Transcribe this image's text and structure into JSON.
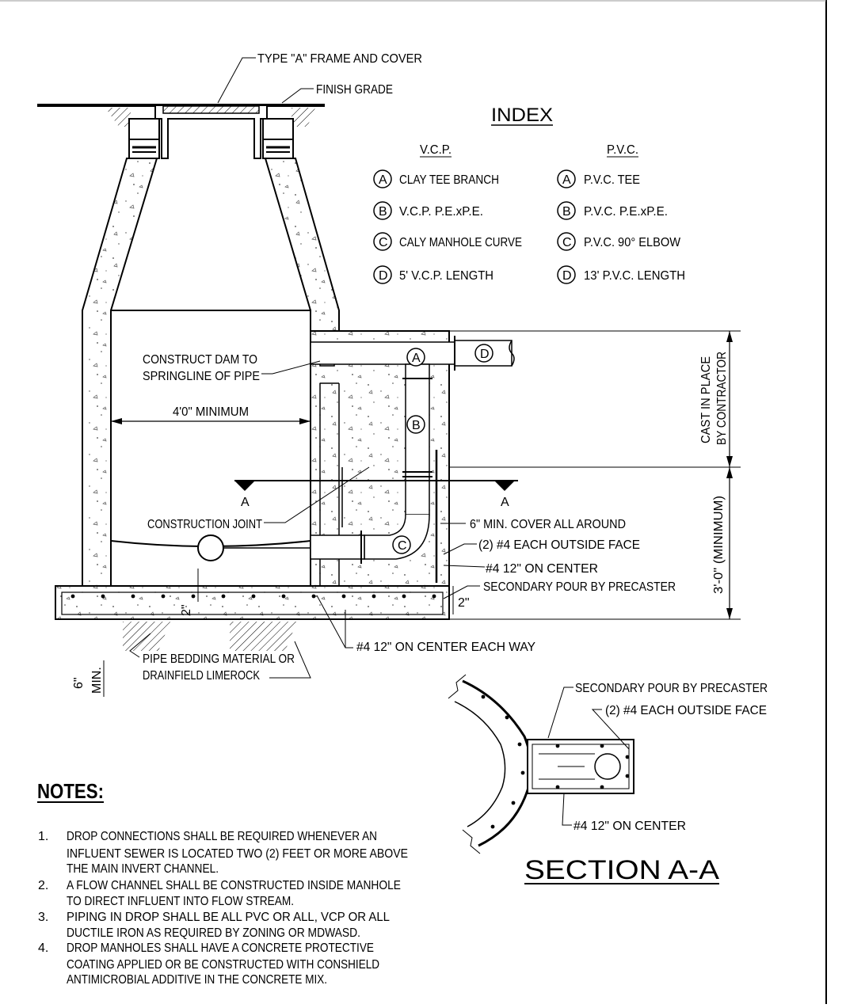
{
  "index": {
    "title": "INDEX",
    "vcp": {
      "heading": "V.C.P.",
      "items": [
        {
          "key": "A",
          "text": "CLAY TEE BRANCH"
        },
        {
          "key": "B",
          "text": "V.C.P. P.E.xP.E."
        },
        {
          "key": "C",
          "text": "CALY MANHOLE CURVE"
        },
        {
          "key": "D",
          "text": "5' V.C.P. LENGTH"
        }
      ]
    },
    "pvc": {
      "heading": "P.V.C.",
      "items": [
        {
          "key": "A",
          "text": "P.V.C. TEE"
        },
        {
          "key": "B",
          "text": "P.V.C. P.E.xP.E."
        },
        {
          "key": "C",
          "text": "P.V.C. 90° ELBOW"
        },
        {
          "key": "D",
          "text": "13' P.V.C. LENGTH"
        }
      ]
    }
  },
  "labels": {
    "frame_cover": "TYPE \"A\" FRAME AND COVER",
    "finish_grade": "FINISH GRADE",
    "dam_line1": "CONSTRUCT DAM TO",
    "dam_line2": "SPRINGLINE OF PIPE",
    "minimum_width": "4'0\" MINIMUM",
    "construction_joint": "CONSTRUCTION JOINT",
    "section_mark_left": "A",
    "section_mark_right": "A",
    "callout_A": "A",
    "callout_B": "B",
    "callout_C": "C",
    "callout_D": "D",
    "min_cover": "6\" MIN. COVER ALL AROUND",
    "outside_face": "(2) #4 EACH OUTSIDE FACE",
    "on_center": "#4 12\" ON CENTER",
    "secondary_pour": "SECONDARY POUR BY PRECASTER",
    "dim_2_right": "2\"",
    "dim_2_left": "2\"",
    "each_way": "#4 12\" ON CENTER EACH WAY",
    "bedding_line1": "PIPE BEDDING MATERIAL OR",
    "bedding_line2": "DRAINFIELD LIMEROCK",
    "six_in": "6\"",
    "min": "MIN.",
    "cast_line1": "CAST IN PLACE",
    "cast_line2": "BY CONTRACTOR",
    "three_min": "3'-0\" (MINIMUM)"
  },
  "section": {
    "title": "SECTION A-A",
    "secondary_pour": "SECONDARY POUR BY PRECASTER",
    "outside_face": "(2) #4 EACH OUTSIDE FACE",
    "on_center": "#4 12\" ON CENTER"
  },
  "notes": {
    "title": "NOTES:",
    "items": [
      {
        "num": "1.",
        "lines": [
          "DROP CONNECTIONS SHALL BE REQUIRED WHENEVER AN",
          "INFLUENT SEWER IS LOCATED TWO (2) FEET OR MORE ABOVE",
          "THE MAIN INVERT CHANNEL."
        ]
      },
      {
        "num": "2.",
        "lines": [
          "A FLOW CHANNEL SHALL BE CONSTRUCTED INSIDE MANHOLE",
          "TO DIRECT INFLUENT INTO FLOW STREAM."
        ]
      },
      {
        "num": "3.",
        "lines": [
          "PIPING IN DROP SHALL BE ALL PVC OR ALL, VCP OR ALL",
          "DUCTILE IRON AS REQUIRED BY ZONING OR MDWASD."
        ]
      },
      {
        "num": "4.",
        "lines": [
          "DROP MANHOLES SHALL HAVE A CONCRETE PROTECTIVE",
          "COATING APPLIED OR BE CONSTRUCTED WITH CONSHIELD",
          "ANTIMICROBIAL ADDITIVE IN THE CONCRETE MIX."
        ]
      }
    ]
  }
}
